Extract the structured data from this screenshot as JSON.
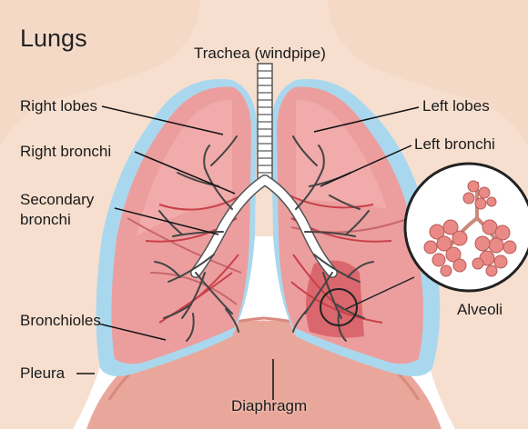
{
  "diagram": {
    "title": "Lungs",
    "labels": {
      "trachea": "Trachea (windpipe)",
      "right_lobes": "Right lobes",
      "right_bronchi": "Right bronchi",
      "secondary_bronchi_line1": "Secondary",
      "secondary_bronchi_line2": "bronchi",
      "bronchioles": "Bronchioles",
      "pleura": "Pleura",
      "diaphragm": "Diaphragm",
      "left_lobes": "Left lobes",
      "left_bronchi": "Left bronchi",
      "alveoli": "Alveoli"
    }
  },
  "colors": {
    "skin": "#f7dfcf",
    "pleura": "#a9d8ee",
    "lung": "#ec9e9e",
    "lung_light": "#f4b6b4",
    "vessel": "#c9404a",
    "airway": "#ffffff",
    "alveoli": "#e98a86",
    "diaphragm": "#e9a79b"
  }
}
